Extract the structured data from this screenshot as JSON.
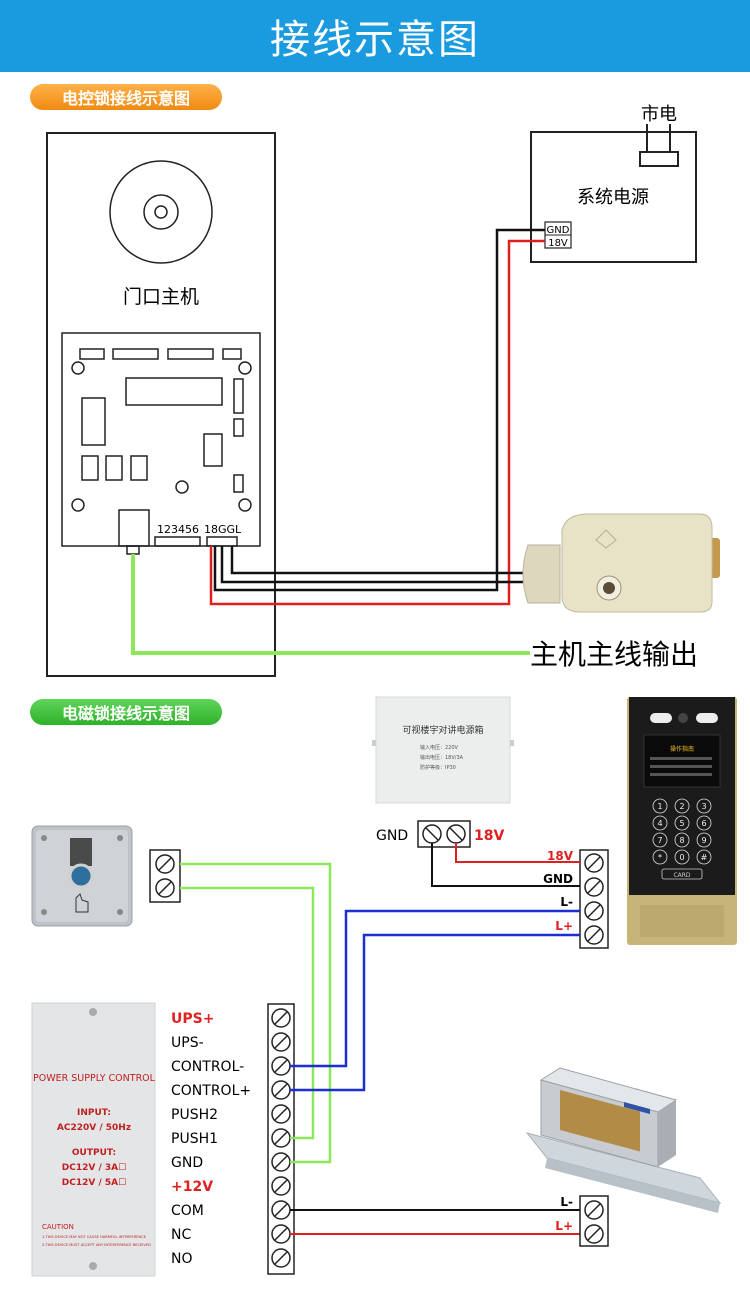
{
  "header": {
    "title": "接线示意图"
  },
  "section1": {
    "title": "电控锁接线示意图",
    "host_label": "门口主机",
    "psu_label": "系统电源",
    "mains_label": "市电",
    "psu_terminals": [
      "GND",
      "18V"
    ],
    "board_ports": {
      "left": "123456",
      "right": "18GGL"
    },
    "output_label": "主机主线输出"
  },
  "section2": {
    "title": "电磁锁接线示意图",
    "psu_box_label": "可视楼宇对讲电源箱",
    "psu_box_lines": [
      "输入电压：220V",
      "输出电压：18V/3A",
      "防护等级：IP30"
    ],
    "small_psu": {
      "gnd": "GND",
      "v18": "18V"
    },
    "intercom_terminals": [
      "18V",
      "GND",
      "L-",
      "L+"
    ],
    "power_control": {
      "brand": "POWER SUPPLY CONTROL",
      "input_title": "INPUT:",
      "input_value": "AC220V / 50Hz",
      "output_title": "OUTPUT:",
      "output_1": "DC12V / 3A☐",
      "output_2": "DC12V / 5A☐",
      "caution_title": "CAUTION",
      "caution_1": "1.THIS DEVICE MAY NOT CAUSE HARMFUL INTERFERENCE",
      "caution_2": "2.THIS DEVICE MUST ACCEPT ANY INTERFERENCE RECEIVED"
    },
    "terminal_labels": [
      "UPS+",
      "UPS-",
      "CONTROL-",
      "CONTROL+",
      "PUSH2",
      "PUSH1",
      "GND",
      "+12V",
      "COM",
      "NC",
      "NO"
    ],
    "maglock_terminals": [
      "L-",
      "L+"
    ],
    "keypad_keys": [
      "1",
      "2",
      "3",
      "4",
      "5",
      "6",
      "7",
      "8",
      "9",
      "*",
      "0",
      "#"
    ],
    "card_label": "CARD",
    "screen_title": "操作指南"
  },
  "colors": {
    "banner": "#1a9be0",
    "red": "#e02020",
    "blue": "#1c2fd0",
    "green": "#8ce85a",
    "black": "#111111"
  }
}
